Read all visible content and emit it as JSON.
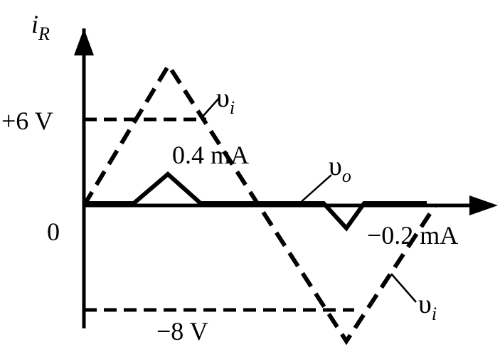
{
  "axes": {
    "y_label_main": "i",
    "y_label_sub": "R",
    "origin_label": "0"
  },
  "levels": {
    "pos_voltage": "+6 V",
    "neg_voltage": "−8 V"
  },
  "annotations": {
    "pos_current": "0.4 mA",
    "neg_current": "−0.2 mA",
    "vi_upper_main": "υ",
    "vi_upper_sub": "i",
    "vo_main": "υ",
    "vo_sub": "o",
    "vi_lower_main": "υ",
    "vi_lower_sub": "i"
  },
  "colors": {
    "ink": "#000000",
    "background": "#ffffff"
  }
}
